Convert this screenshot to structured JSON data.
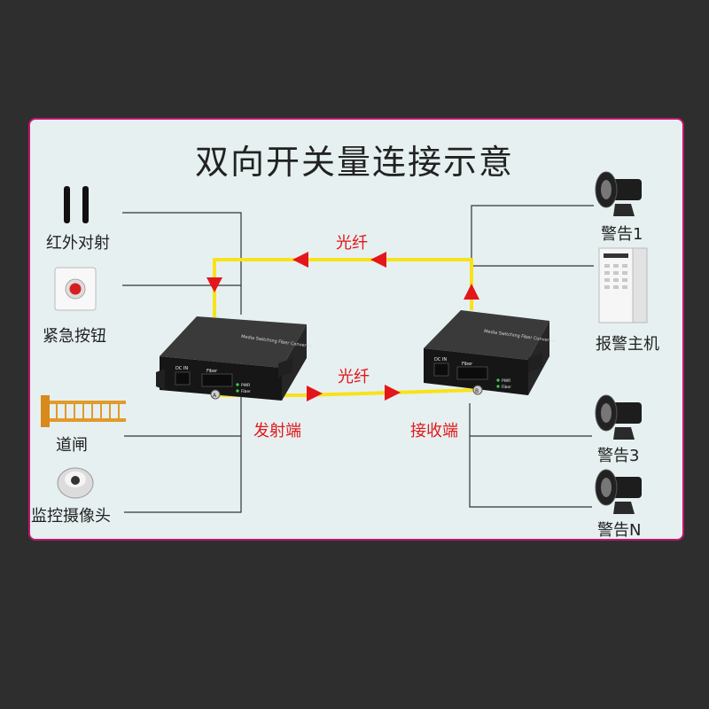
{
  "title": "双向开关量连接示意",
  "left_devices": {
    "infrared": "红外对射",
    "emergency_button": "紧急按钮",
    "barrier_gate": "道闸",
    "camera": "监控摄像头"
  },
  "right_devices": {
    "alarm_1": "警告1",
    "alarm_host": "报警主机",
    "alarm_3": "警告3",
    "alarm_n": "警告N"
  },
  "links": {
    "fiber_top": "光纤",
    "fiber_bottom": "光纤",
    "transmitter": "发射端",
    "receiver": "接收端"
  },
  "converter": {
    "model_text": "Media Switching Fiber Converter",
    "port_dc": "DC IN",
    "port_fiber": "Fiber",
    "led_pwr": "PWR",
    "led_fiber": "Fiber",
    "port_a": "A",
    "port_b": "B"
  },
  "colors": {
    "background": "#2e2e2e",
    "card": "#e6f0f0",
    "border": "#c2156e",
    "fiber": "#f7e21b",
    "arrow": "#e4161b",
    "wire": "#333333"
  }
}
